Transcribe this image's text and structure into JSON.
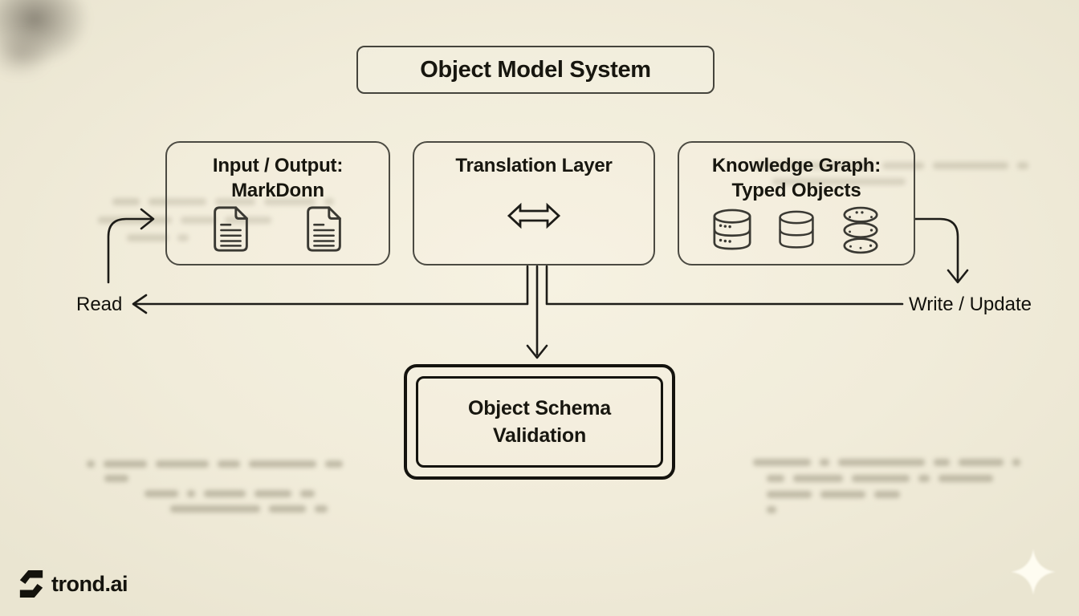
{
  "page": {
    "title": "Object Model System"
  },
  "boxes": {
    "io": {
      "line1": "Input / Output:",
      "line2": "MarkDonn",
      "icons": [
        "document-icon",
        "document-icon"
      ]
    },
    "translation": {
      "line1": "Translation Layer",
      "icons": [
        "double-arrow-icon"
      ]
    },
    "kg": {
      "line1": "Knowledge Graph:",
      "line2": "Typed Objects",
      "icons": [
        "database-icon",
        "database-icon",
        "disk-stack-icon"
      ]
    }
  },
  "validation": {
    "line1": "Object Schema",
    "line2": "Validation"
  },
  "flow_labels": {
    "read": "Read",
    "write": "Write / Update"
  },
  "footer": {
    "brand": "trond.ai",
    "logo_icon": "brand-logo-icon",
    "sparkle_icon": "sparkle-icon"
  },
  "colors": {
    "background": "#f1ecda",
    "box_border": "#4b4a42",
    "line": "#1d1c18",
    "text": "#17160f",
    "validation_border": "#14130e",
    "sparkle": "#fffdf2"
  }
}
